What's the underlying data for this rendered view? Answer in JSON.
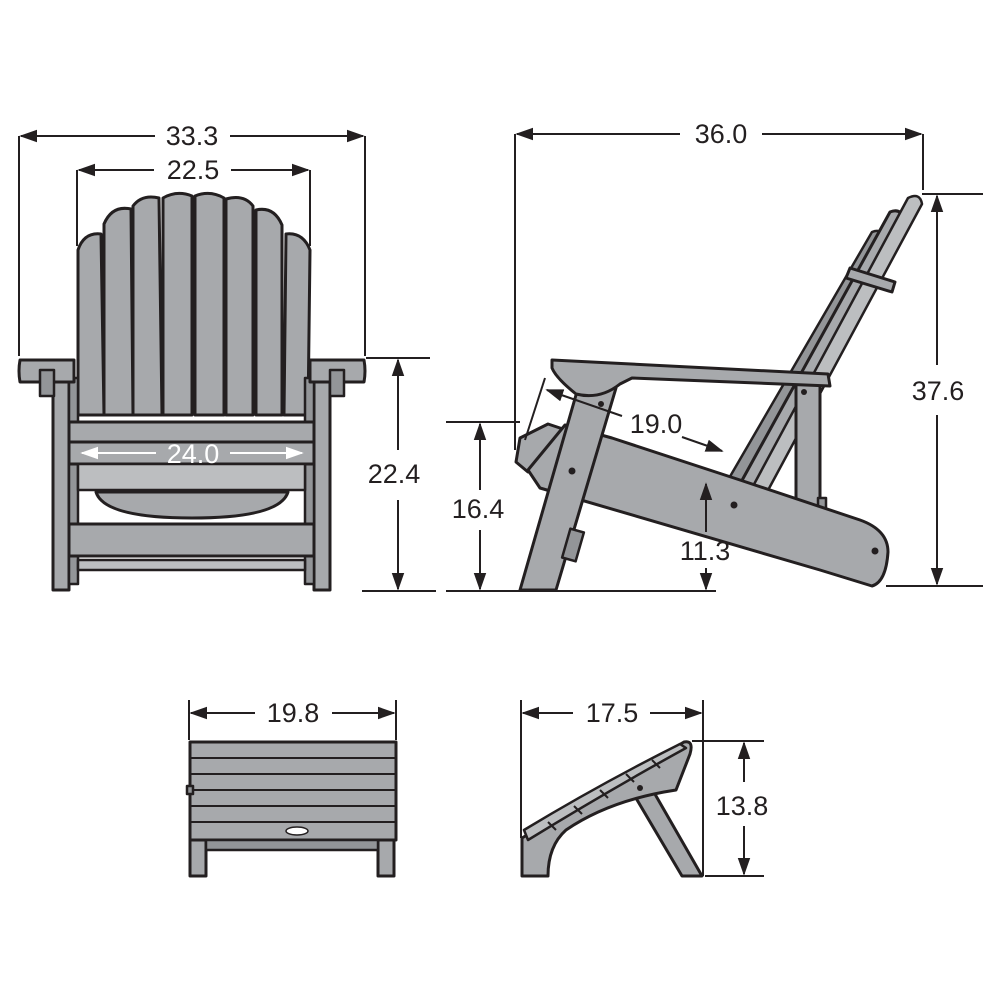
{
  "dimensions": {
    "front_overall_width": "33.3",
    "front_back_width": "22.5",
    "front_seat_width": "24.0",
    "front_arm_height": "22.4",
    "side_overall_depth": "36.0",
    "side_overall_height": "37.6",
    "side_seat_depth": "19.0",
    "side_seat_front_height": "16.4",
    "side_seat_rear_height": "11.3",
    "ottoman_width": "19.8",
    "ottoman_depth": "17.5",
    "ottoman_height": "13.8"
  },
  "colors": {
    "outline": "#231f20",
    "wood": "#a7a9ac",
    "wood_light": "#bcbec0",
    "wood_dark": "#939598",
    "background": "#ffffff"
  }
}
